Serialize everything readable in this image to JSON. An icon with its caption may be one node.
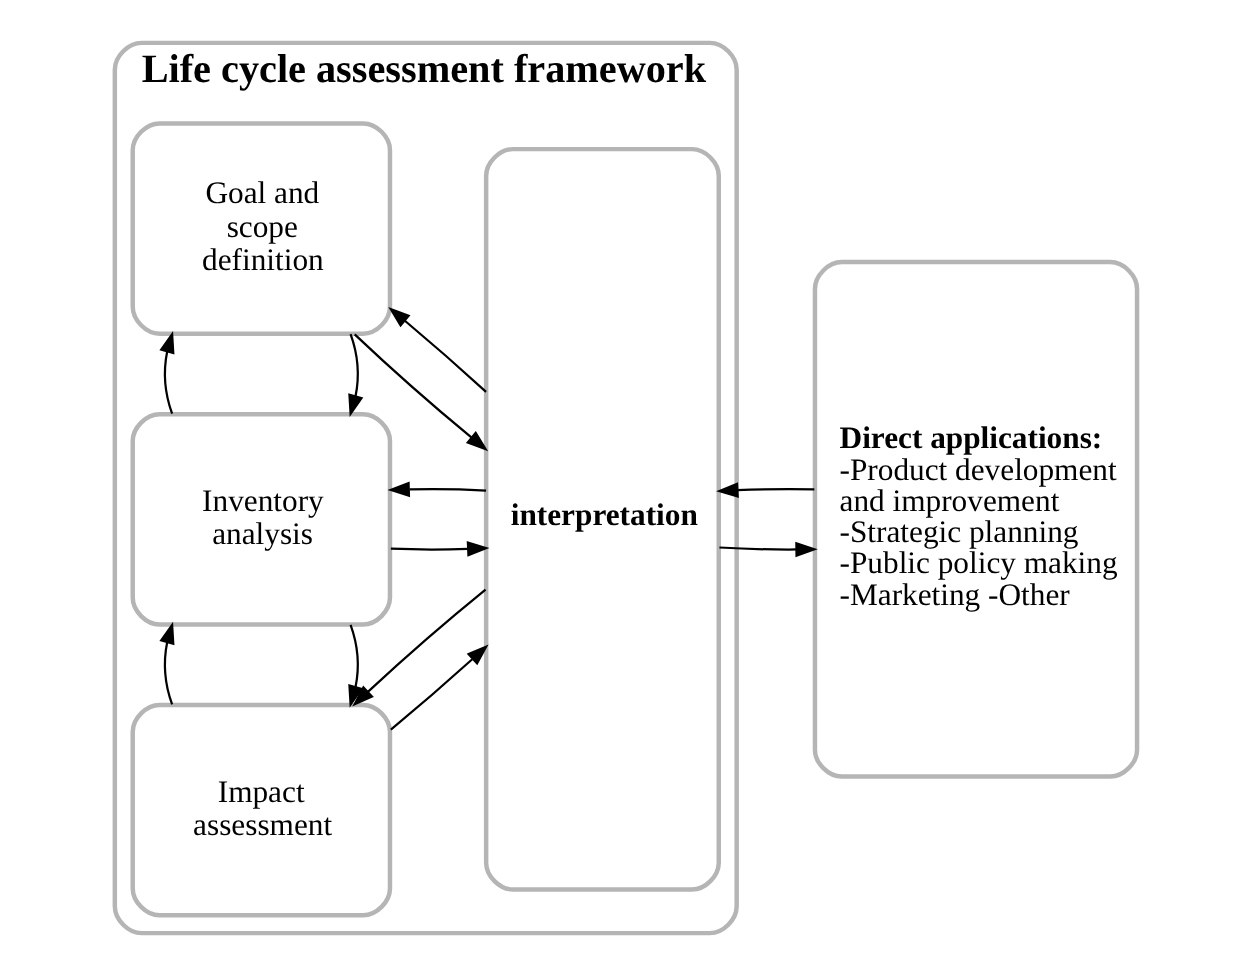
{
  "diagram": {
    "nodes": [
      {
        "text": [
          "Life cycle assessment framework"
        ]
      },
      {
        "text": [
          "Goal and scope definition"
        ],
        "in": 0
      },
      {
        "text": [
          "Inventory analysis"
        ],
        "in": 0
      },
      {
        "text": [
          "Impact assessment"
        ],
        "in": 0
      },
      {
        "text": [
          "interpretation"
        ],
        "in": 0
      },
      {
        "text": [
          "Direct applications:",
          "-Product development and improvement -Strategic planning -Public policy making -Marketing -Other"
        ]
      }
    ],
    "edges": [
      {
        "from": 1,
        "to": 4,
        "arrow": "to"
      },
      {
        "from": 4,
        "to": 1,
        "arrow": "to"
      },
      {
        "from": 1,
        "to": 2,
        "arrow": "to"
      },
      {
        "from": 2,
        "to": 1,
        "arrow": "to"
      },
      {
        "from": 2,
        "to": 4,
        "arrow": "to"
      },
      {
        "from": 4,
        "to": 2,
        "arrow": "to"
      },
      {
        "from": 2,
        "to": 3,
        "arrow": "to"
      },
      {
        "from": 3,
        "to": 2,
        "arrow": "to"
      },
      {
        "from": 3,
        "to": 4,
        "arrow": "to"
      },
      {
        "from": 4,
        "to": 3,
        "arrow": "to"
      },
      {
        "from": 4,
        "to": 5,
        "arrow": "to"
      },
      {
        "from": 5,
        "to": 4,
        "arrow": "to"
      }
    ]
  }
}
